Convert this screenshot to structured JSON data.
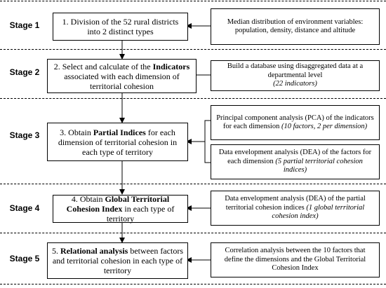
{
  "stages": [
    {
      "label": "Stage 1",
      "main": {
        "before": "1. Division of the 52 rural districts into 2 distinct types",
        "bold": "",
        "after": ""
      },
      "side": [
        {
          "text": "Median distribution of environment variables: population, density, distance and altitude",
          "italic": ""
        }
      ]
    },
    {
      "label": "Stage 2",
      "main": {
        "before": "2. Select and calculate of the ",
        "bold": "Indicators",
        "after": " associated with each dimension of territorial cohesion"
      },
      "side": [
        {
          "text": "Build a database using disaggregated data at a departmental level",
          "italic": "(22 indicators)"
        }
      ]
    },
    {
      "label": "Stage 3",
      "main": {
        "before": "3. Obtain ",
        "bold": "Partial Indices",
        "after": " for each dimension of territorial cohesion in each type of territory"
      },
      "side": [
        {
          "text": "Principal component analysis (PCA) of the indicators for each dimension ",
          "italic": "(10 factors, 2 per dimension)"
        },
        {
          "text": "Data envelopment analysis (DEA) of the factors for each dimension ",
          "italic": "(5 partial territorial cohesion indices)"
        }
      ]
    },
    {
      "label": "Stage 4",
      "main": {
        "before": "4. Obtain ",
        "bold": "Global Territorial Cohesion Index",
        "after": " in each type of territory"
      },
      "side": [
        {
          "text": "Data envelopment analysis (DEA) of the partial territorial cohesion indices ",
          "italic": "(1 global territorial cohesion index)"
        }
      ]
    },
    {
      "label": "Stage 5",
      "main": {
        "before": "5. ",
        "bold": "Relational analysis",
        "after": " between factors and territorial cohesion in each type of territory"
      },
      "side": [
        {
          "text": "Correlation analysis between the 10 factors that define the dimensions and the Global Territorial Cohesion Index",
          "italic": ""
        }
      ]
    }
  ]
}
